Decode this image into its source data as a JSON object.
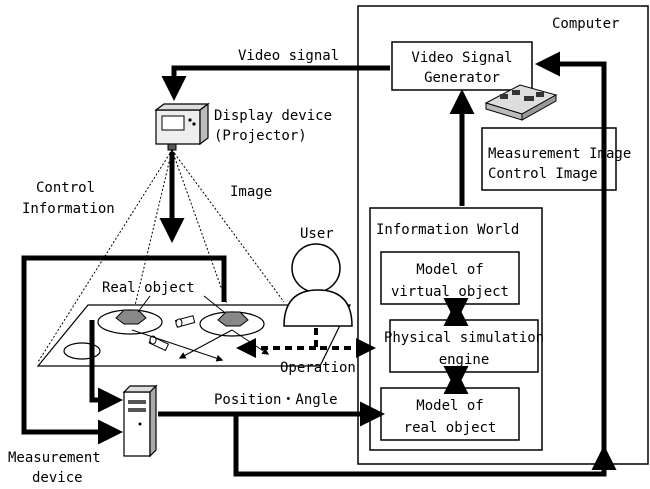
{
  "computer": {
    "title": "Computer"
  },
  "video_signal_generator": {
    "line1": "Video Signal",
    "line2": "Generator"
  },
  "video_signal_label": "Video signal",
  "display_device": {
    "line1": "Display device",
    "line2": "(Projector)"
  },
  "measurement_control": {
    "line1": "Measurement Image",
    "line2": "Control Image"
  },
  "control_information": {
    "line1": "Control",
    "line2": "Information"
  },
  "image_label": "Image",
  "user_label": "User",
  "real_object_label": "Real object",
  "information_world": {
    "title": "Information World",
    "virtual_model": {
      "line1": "Model of",
      "line2": "virtual object"
    },
    "physics_engine": {
      "line1": "Physical simulation",
      "line2": "engine"
    },
    "real_model": {
      "line1": "Model of",
      "line2": "real object"
    }
  },
  "operation_label": "Operation",
  "position_angle_label": "Position・Angle",
  "measurement_device": {
    "line1": "Measurement",
    "line2": "device"
  }
}
